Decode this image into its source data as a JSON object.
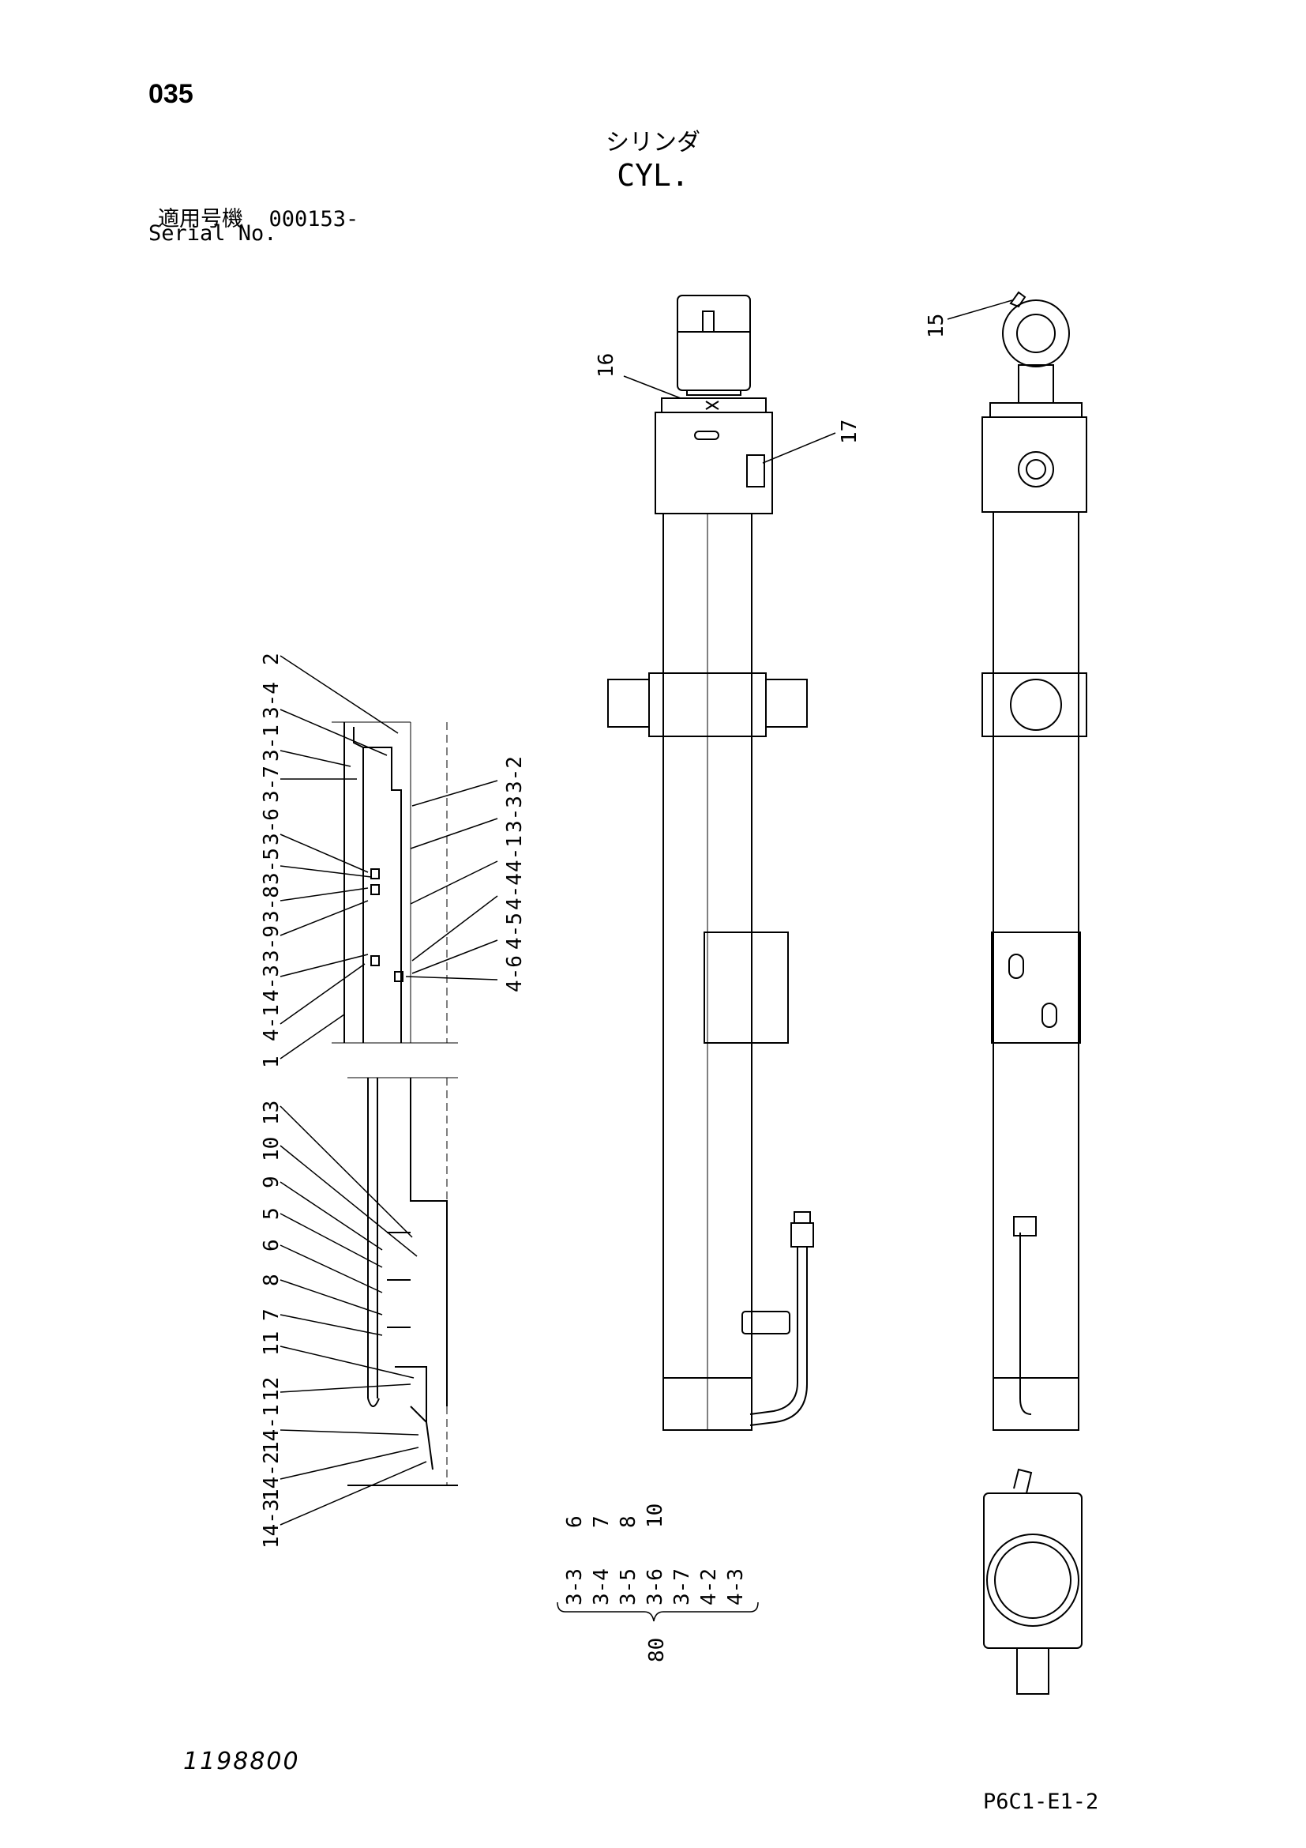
{
  "header": {
    "page_number": "035",
    "title_jp": "シリンダ",
    "title_en": "CYL.",
    "serial_label_jp": "適用号機",
    "serial_value": "000153-",
    "serial_label_en": "Serial No."
  },
  "footer": {
    "drawing_number": "1198800",
    "sheet_code": "P6C1-E1-2"
  },
  "callouts": {
    "right_view": [
      "15",
      "16",
      "17"
    ],
    "section_left_upper": [
      "2",
      "3-4",
      "3-1",
      "3-7",
      "3-6",
      "3-5",
      "3-8",
      "3-9",
      "4-3",
      "4-1",
      "1"
    ],
    "section_right_upper": [
      "3-2",
      "3-3",
      "4-1",
      "4-4",
      "4-5",
      "4-6"
    ],
    "section_left_lower": [
      "13",
      "10",
      "9",
      "5",
      "6",
      "8",
      "7",
      "11",
      "12",
      "14-1",
      "14-2",
      "14-3"
    ]
  },
  "kit": {
    "col_a": [
      "6",
      "7",
      "8",
      "10"
    ],
    "col_b": [
      "3-3",
      "3-4",
      "3-5",
      "3-6",
      "3-7",
      "4-2",
      "4-3"
    ],
    "kit_number": "80"
  },
  "colors": {
    "ink": "#000000",
    "paper": "#ffffff"
  }
}
